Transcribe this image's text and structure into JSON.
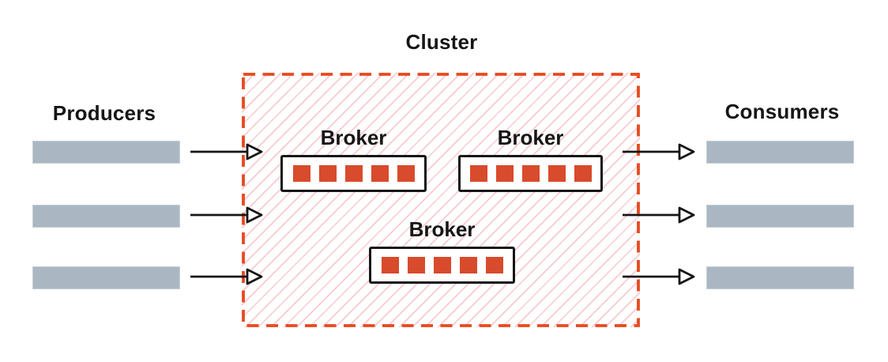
{
  "diagram": {
    "title": "Cluster",
    "producers": {
      "label": "Producers",
      "lanes": 3
    },
    "consumers": {
      "label": "Consumers",
      "lanes": 3
    },
    "cluster": {
      "label": "Cluster",
      "brokers": [
        {
          "label": "Broker",
          "partitions": 5
        },
        {
          "label": "Broker",
          "partitions": 5
        },
        {
          "label": "Broker",
          "partitions": 5
        }
      ]
    },
    "flows": {
      "producers_to_cluster": 3,
      "cluster_to_consumers": 3
    },
    "colors": {
      "cluster_border_red": "#e8491f",
      "hatch_pink": "#f2a0aa",
      "partition_red": "#d84b2c",
      "lane_gray": "#aab6c2",
      "ink_black": "#161616",
      "background": "#ffffff"
    }
  }
}
